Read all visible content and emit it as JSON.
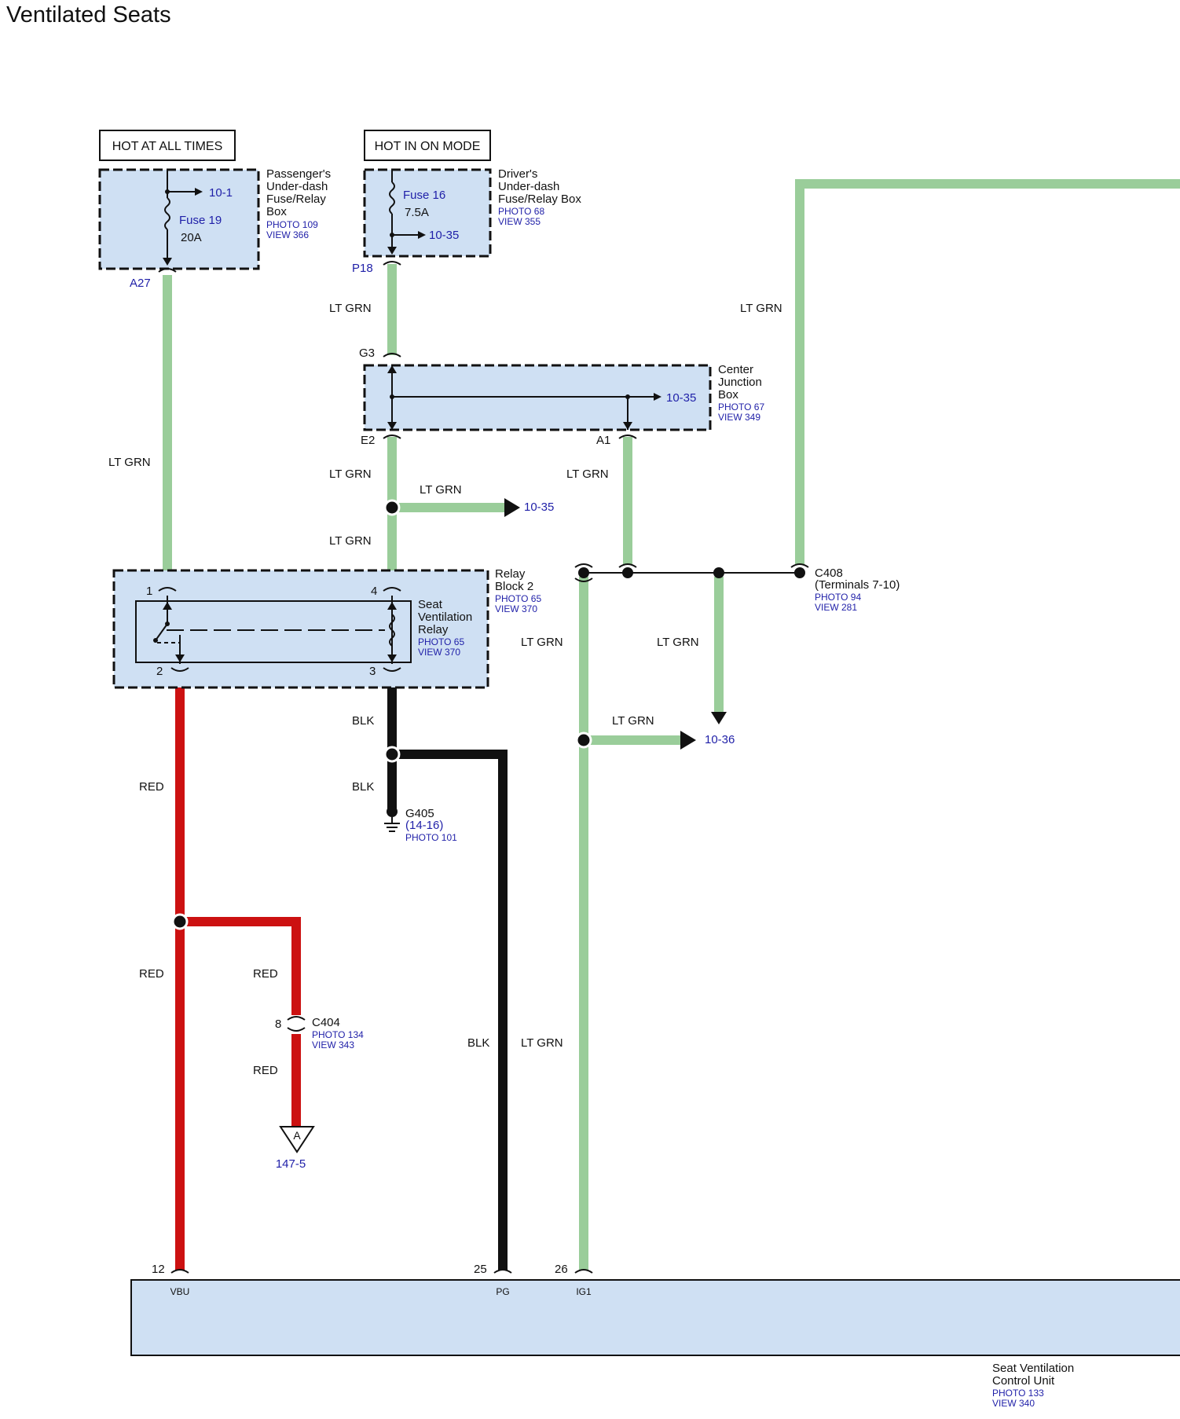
{
  "title": "Ventilated Seats",
  "colors": {
    "lt_grn": "#9acd9a",
    "red": "#cc1111",
    "blk": "#111111",
    "component_fill": "#cfe0f3",
    "reference_text": "#1f1fa8"
  },
  "hot_labels": {
    "always": "HOT AT ALL TIMES",
    "on_mode": "HOT IN ON MODE"
  },
  "passenger_box": {
    "name": [
      "Passenger's",
      "Under-dash",
      "Fuse/Relay",
      "Box"
    ],
    "photo": "PHOTO 109",
    "view": "VIEW 366",
    "fuse_name": "Fuse 19",
    "fuse_rating": "20A",
    "ref": "10-1",
    "terminal": "A27"
  },
  "driver_box": {
    "name": [
      "Driver's",
      "Under-dash",
      "Fuse/Relay Box"
    ],
    "photo": "PHOTO 68",
    "view": "VIEW 355",
    "fuse_name": "Fuse 16",
    "fuse_rating": "7.5A",
    "ref": "10-35",
    "terminal": "P18"
  },
  "center_junction_box": {
    "name": [
      "Center",
      "Junction",
      "Box"
    ],
    "photo": "PHOTO 67",
    "view": "VIEW 349",
    "ref": "10-35",
    "terminals": {
      "in": "G3",
      "out_left": "E2",
      "out_right": "A1"
    }
  },
  "relay_block": {
    "name": [
      "Relay",
      "Block 2"
    ],
    "photo": "PHOTO 65",
    "view": "VIEW 370",
    "relay_name": [
      "Seat",
      "Ventilation",
      "Relay"
    ],
    "relay_photo": "PHOTO 65",
    "relay_view": "VIEW 370",
    "pins": {
      "p1": "1",
      "p2": "2",
      "p3": "3",
      "p4": "4"
    }
  },
  "splices": {
    "lt_grn_ref_mid": "10-35",
    "lt_grn_ref_right": "10-36"
  },
  "ground": {
    "name": "G405",
    "ref": "(14-16)",
    "photo": "PHOTO 101"
  },
  "c408": {
    "name": "C408",
    "note": "(Terminals 7-10)",
    "photo": "PHOTO 94",
    "view": "VIEW 281"
  },
  "c404": {
    "name": "C404",
    "pin": "8",
    "photo": "PHOTO 134",
    "view": "VIEW 343"
  },
  "connector_a": {
    "letter": "A",
    "ref": "147-5"
  },
  "wire_labels": {
    "lt_grn": "LT GRN",
    "red": "RED",
    "blk": "BLK"
  },
  "control_unit": {
    "name": [
      "Seat Ventilation",
      "Control Unit"
    ],
    "photo": "PHOTO 133",
    "view": "VIEW 340",
    "pins": [
      {
        "num": "12",
        "label": "VBU"
      },
      {
        "num": "25",
        "label": "PG"
      },
      {
        "num": "26",
        "label": "IG1"
      }
    ]
  }
}
